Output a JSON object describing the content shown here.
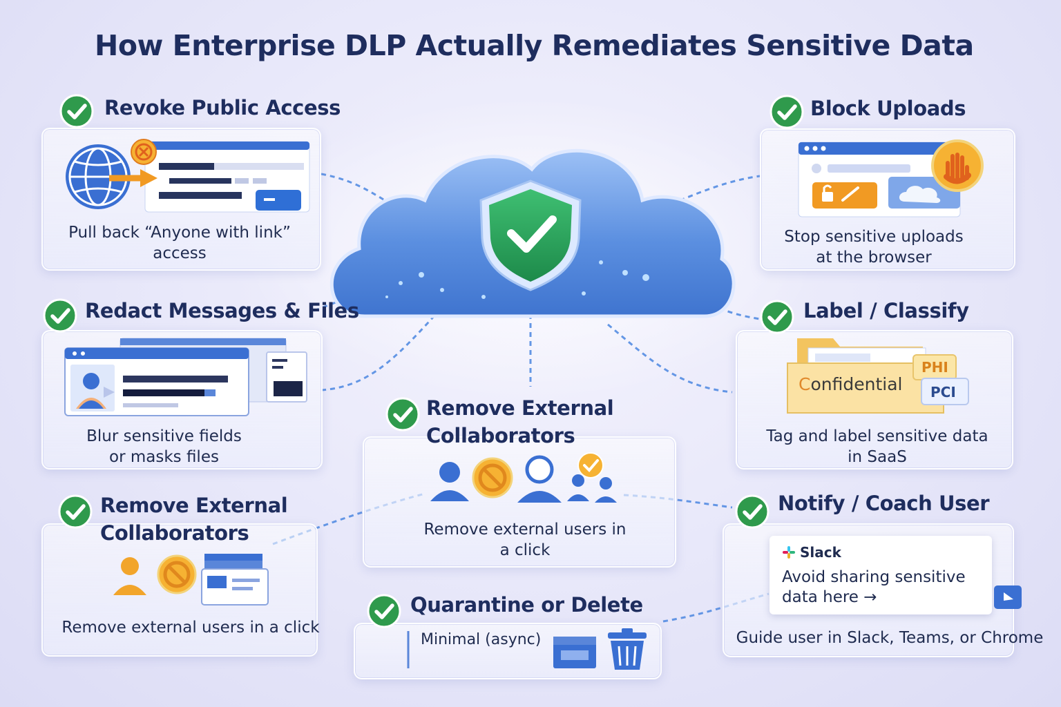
{
  "title": "How Enterprise DLP Actually Remediates Sensitive Data",
  "colors": {
    "check_green": "#2f9a4c",
    "accent_blue": "#2f6fd6",
    "warning_orange": "#f2a52b",
    "title_navy": "#1e2d5e"
  },
  "icons": [
    "checkmark-icon",
    "globe-icon",
    "shield-check-icon",
    "stop-hand-icon",
    "lock-icon",
    "cloud-icon",
    "user-icon",
    "prohibited-icon",
    "trash-icon",
    "slack-logo-icon",
    "folder-icon"
  ],
  "cards": {
    "revoke": {
      "heading": "Revoke Public Access",
      "caption_line1": "Pull back “Anyone with link”",
      "caption_line2": "access"
    },
    "block": {
      "heading": "Block Uploads",
      "caption_line1": "Stop sensitive uploads",
      "caption_line2": "at the browser"
    },
    "redact": {
      "heading": "Redact Messages & Files",
      "caption_line1": "Blur sensitive fields",
      "caption_line2": "or masks files"
    },
    "label": {
      "heading": "Label / Classify",
      "caption_line1": "Tag and label sensitive data",
      "caption_line2": "in SaaS",
      "folder_word": "Confidential",
      "tag_phi": "PHI",
      "tag_pci": "PCI"
    },
    "remove_center": {
      "heading_line1": "Remove External",
      "heading_line2": "Collaborators",
      "caption_line1": "Remove external users in",
      "caption_line2": "a click"
    },
    "remove_left": {
      "heading_line1": "Remove External",
      "heading_line2": "Collaborators",
      "caption": "Remove external users in a click"
    },
    "quarantine": {
      "heading": "Quarantine or Delete",
      "label": "Minimal (async)"
    },
    "notify": {
      "heading": "Notify / Coach User",
      "slack_name": "Slack",
      "slack_msg": "Avoid sharing sensitive data here →",
      "caption": "Guide user in Slack, Teams, or Chrome"
    }
  }
}
